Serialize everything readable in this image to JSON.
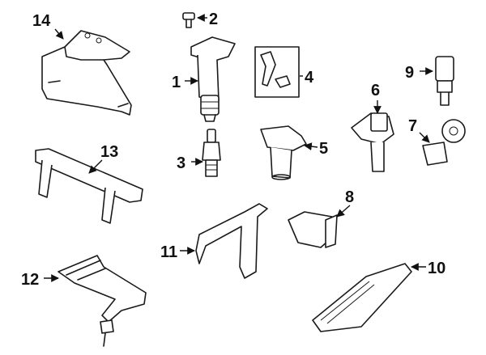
{
  "callouts": [
    {
      "id": "1",
      "label": "1"
    },
    {
      "id": "2",
      "label": "2"
    },
    {
      "id": "3",
      "label": "3"
    },
    {
      "id": "4",
      "label": "4"
    },
    {
      "id": "5",
      "label": "5"
    },
    {
      "id": "6",
      "label": "6"
    },
    {
      "id": "7",
      "label": "7"
    },
    {
      "id": "8",
      "label": "8"
    },
    {
      "id": "9",
      "label": "9"
    },
    {
      "id": "10",
      "label": "10"
    },
    {
      "id": "11",
      "label": "11"
    },
    {
      "id": "12",
      "label": "12"
    },
    {
      "id": "13",
      "label": "13"
    },
    {
      "id": "14",
      "label": "14"
    }
  ],
  "colors": {
    "line": "#1a1a1a",
    "background": "#ffffff"
  }
}
